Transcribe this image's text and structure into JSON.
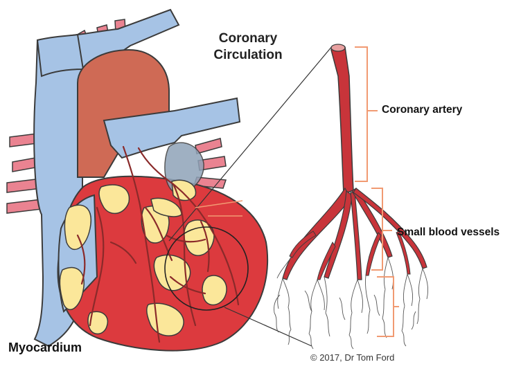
{
  "title": {
    "line1": "Coronary",
    "line2": "Circulation"
  },
  "labels": {
    "coronary_artery": "Coronary artery",
    "small_blood_vessels": "Small blood vessels",
    "myocardium": "Myocardium"
  },
  "copyright": "© 2017, Dr Tom Ford",
  "colors": {
    "vein_blue": "#a6c3e5",
    "aorta": "#cf6a55",
    "myocardium_red": "#dc3a3e",
    "fat_yellow": "#fbe79a",
    "vessel_red": "#c8343a",
    "pulmonary_pink": "#ea8391",
    "bracket_orange": "#f19a72"
  }
}
